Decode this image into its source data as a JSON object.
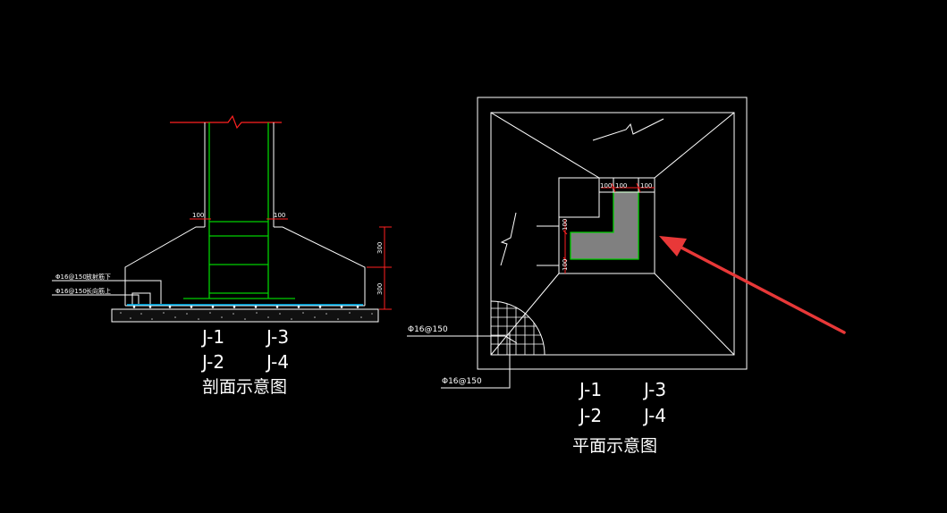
{
  "section_view": {
    "dim_left": "100",
    "dim_right": "100",
    "dim_upper": "300",
    "dim_lower": "300",
    "rebar_upper": "Φ16@150",
    "rebar_upper_note": "放射筋下",
    "rebar_lower": "Φ16@150",
    "rebar_lower_note": "长向筋上",
    "labels": [
      "J-1",
      "J-3",
      "J-2",
      "J-4"
    ],
    "title": "剖面示意图"
  },
  "plan_view": {
    "dim_top_left": "100",
    "dim_top_mid": "100",
    "dim_top_right": "100",
    "dim_side_upper": "100",
    "dim_side_lower": "100",
    "rebar_1": "Φ16@150",
    "rebar_2": "Φ16@150",
    "labels": [
      "J-1",
      "J-3",
      "J-2",
      "J-4"
    ],
    "title": "平面示意图"
  },
  "colors": {
    "background": "#000000",
    "outline": "#ffffff",
    "rebar": "#00d000",
    "dimension": "#ff2020",
    "concrete_fill": "#808080",
    "bottom_rebar": "#00c0ff",
    "arrow": "#e83838"
  }
}
